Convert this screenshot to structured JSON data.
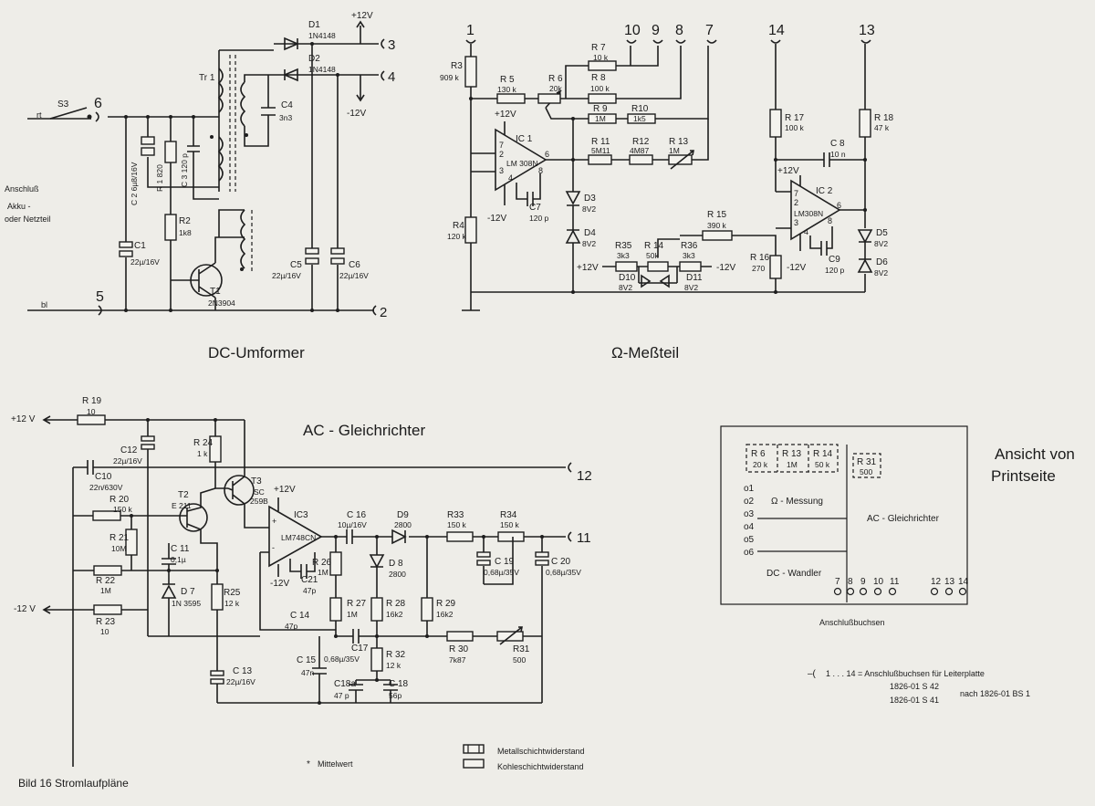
{
  "titles": {
    "dc": "DC-Umformer",
    "ohm": "Ω-Meßteil",
    "ac": "AC - Gleichrichter",
    "view": [
      "Ansicht von",
      "Printseite"
    ],
    "caption": "Bild 16  Stromlaufpläne"
  },
  "dc": {
    "s3": "S3",
    "pin6": "6",
    "pin5": "5",
    "pin2": "2",
    "pin3": "3",
    "pin4": "4",
    "rt": "rt",
    "bl": "bl",
    "anschluss": [
      "Anschluß",
      "Akku -",
      "oder Netzteil"
    ],
    "tr1": "Tr 1",
    "d1": "D1",
    "d1v": "1N4148",
    "d2": "D2",
    "d2v": "1N4148",
    "plus12": "+12V",
    "minus12": "-12V",
    "c4": "C4",
    "c4v": "3n3",
    "c2": "C 2",
    "c2v": "6µ8/16V",
    "r1": "R 1",
    "r1v": "820",
    "c3": "C 3",
    "c3v": "120 p",
    "r2": "R2",
    "r2v": "1k8",
    "c1": "C1",
    "c1v": "22µ/16V",
    "c5": "C5",
    "c5v": "22µ/16V",
    "c6": "C6",
    "c6v": "22µ/16V",
    "t1": "T1",
    "t1v": "2N3904"
  },
  "ohm": {
    "pins": [
      "1",
      "10",
      "9",
      "8",
      "7",
      "14",
      "13"
    ],
    "r3": "R3",
    "r3v": "909 k",
    "r5": "R 5",
    "r5v": "130 k",
    "r6": "R 6",
    "r6v": "20k",
    "r7": "R 7",
    "r7v": "10 k",
    "r8": "R 8",
    "r8v": "100 k",
    "r9": "R 9",
    "r9v": "1M",
    "r10": "R10",
    "r10v": "1k5",
    "r11": "R 11",
    "r11v": "5M11",
    "r12": "R12",
    "r12v": "4M87",
    "r13": "R 13",
    "r13v": "1M",
    "ic1": "IC 1",
    "ic1v": "LM 308N",
    "c7": "C7",
    "c7v": "120 p",
    "d3": "D3",
    "d3v": "8V2",
    "d4": "D4",
    "d4v": "8V2",
    "r4": "R4",
    "r4v": "120 k",
    "r35": "R35",
    "r35v": "3k3",
    "r14": "R 14",
    "r14v": "50k",
    "r36": "R36",
    "r36v": "3k3",
    "d10": "D10",
    "d10v": "8V2",
    "d11": "D11",
    "d11v": "8V2",
    "r15": "R 15",
    "r15v": "390 k",
    "r17": "R 17",
    "r17v": "100 k",
    "r18": "R 18",
    "r18v": "47 k",
    "c8": "C 8",
    "c8v": "10 n",
    "ic2": "IC 2",
    "ic2v": "LM308N",
    "c9": "C9",
    "c9v": "120 p",
    "r16": "R 16",
    "r16v": "270",
    "d5": "D5",
    "d5v": "8V2",
    "d6": "D6",
    "d6v": "8V2",
    "plus12": "+12V",
    "minus12": "-12V"
  },
  "ac": {
    "r19": "R 19",
    "r19v": "10",
    "plus12": "+12 V",
    "minus12": "-12 V",
    "c12": "C12",
    "c12v": "22µ/16V",
    "r24": "R 24",
    "r24v": "1 k",
    "c10": "C10",
    "c10v": "22n/630V",
    "t3": "T3",
    "t3v1": "SC",
    "t3v2": "259B",
    "pin12": "12",
    "pin11": "11",
    "r20": "R 20",
    "r20v": "150 k",
    "t2": "T2",
    "t2v": "E 211",
    "ic3": "IC3",
    "ic3v": "LM748CN",
    "ic3plus": "+12V",
    "ic3minus": "-12V",
    "c16": "C 16",
    "c16v": "10µ/16V",
    "d9": "D9",
    "d9v": "2800",
    "r33": "R33",
    "r33v": "150 k",
    "r34": "R34",
    "r34v": "150 k",
    "r21": "R 21",
    "r21v": "10M",
    "c11": "C 11",
    "c11v": "0,1µ",
    "r22": "R 22",
    "r22v": "1M",
    "d7": "D 7",
    "d7v": "1N 3595",
    "r25": "R25",
    "r25v": "12 k",
    "r26": "R 26",
    "r26v": "1M",
    "c21": "C21",
    "c21v": "47p",
    "d8": "D 8",
    "d8v": "2800",
    "c19": "C 19",
    "c19v": "0,68µ/35V",
    "c20": "C 20",
    "c20v": "0,68µ/35V",
    "r23": "R 23",
    "r23v": "10",
    "c14": "C 14",
    "c14v": "47p",
    "r27": "R 27",
    "r27v": "1M",
    "r28": "R 28",
    "r28v": "16k2",
    "r29": "R 29",
    "r29v": "16k2",
    "c17": "C17",
    "c17v": "0,68µ/35V",
    "r30": "R 30",
    "r30v": "7k87",
    "r31": "R31",
    "r31v": "500",
    "c15": "C 15",
    "c15v": "47n",
    "r32": "R 32",
    "r32v": "12 k",
    "c18a": "C18a",
    "c18av": "47 p",
    "c18": "C 18",
    "c18v": "56p",
    "c13": "C 13",
    "c13v": "22µ/16V"
  },
  "pcb": {
    "r6": "R 6",
    "r6v": "20 k",
    "r13": "R 13",
    "r13v": "1M",
    "r14": "R 14",
    "r14v": "50 k",
    "r31": "R 31",
    "r31v": "500",
    "pins_left": [
      "o1",
      "o2",
      "o3",
      "o4",
      "o5",
      "o6"
    ],
    "messung": "Ω - Messung",
    "gleichrichter": "AC - Gleichrichter",
    "wandler": "DC - Wandler",
    "pins_bottom": [
      "7",
      "8",
      "9",
      "10",
      "11",
      "12",
      "13",
      "14"
    ],
    "buchsen": "Anschlußbuchsen"
  },
  "legend": {
    "range_sym": "–(",
    "range": "1 . . . 14  =  Anschlußbuchsen  für  Leiterplatte",
    "part1": "1826-01  S 42",
    "part2": "1826-01  S 41",
    "nach": "nach 1826-01  BS 1",
    "metall": "Metallschichtwiderstand",
    "kohle": "Kohleschichtwiderstand",
    "mittelwert": "Mittelwert",
    "star": "*"
  }
}
